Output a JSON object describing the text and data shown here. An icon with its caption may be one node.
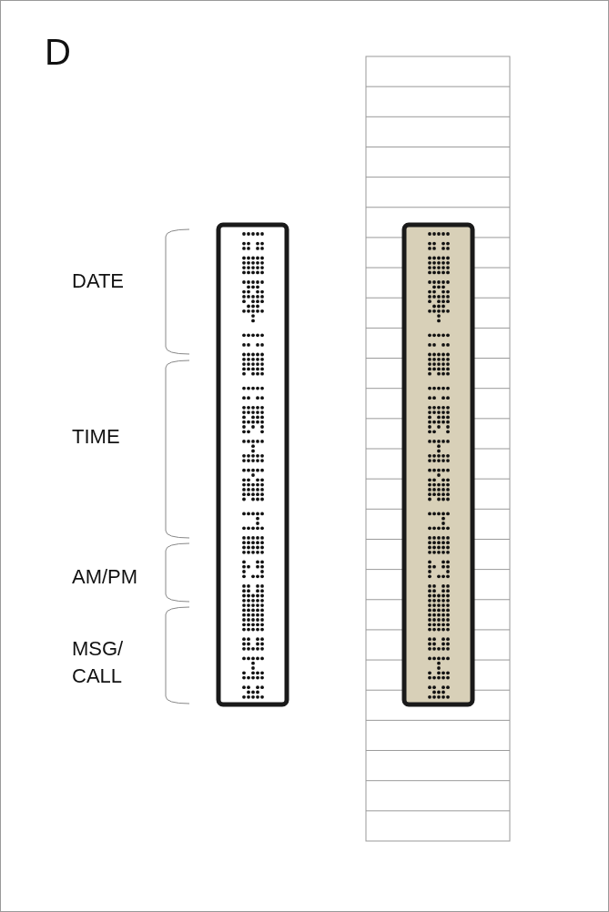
{
  "diagram": {
    "labels": [
      "D",
      "DATE",
      "TIME",
      "AM/PM",
      "MSG/ CALL"
    ]
  }
}
